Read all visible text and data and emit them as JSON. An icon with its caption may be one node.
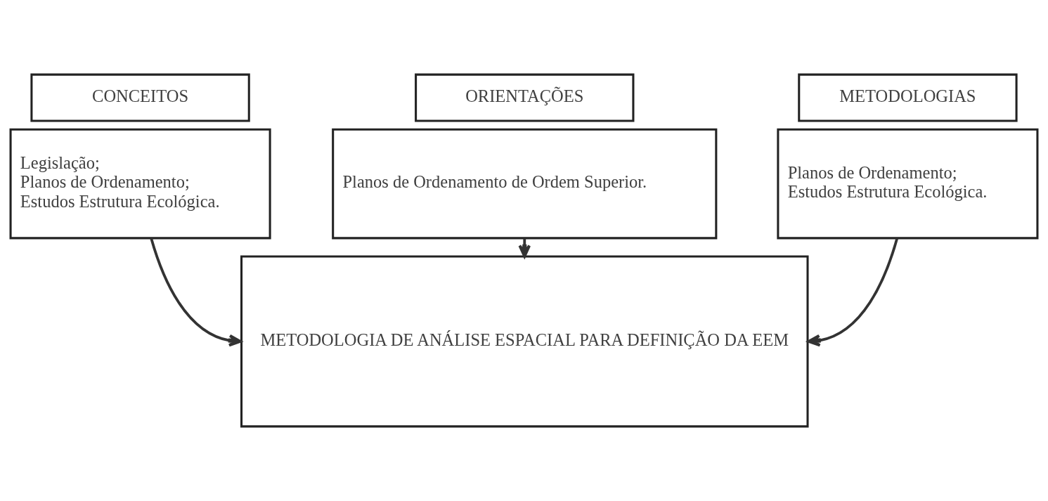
{
  "diagram": {
    "nodes": [
      {
        "text": [
          "CONCEITOS"
        ]
      },
      {
        "text": [
          "Legislação;",
          "Planos de Ordenamento;",
          "Estudos Estrutura Ecológica."
        ]
      },
      {
        "text": [
          "ORIENTAÇÕES"
        ]
      },
      {
        "text": [
          "Planos de Ordenamento de Ordem Superior."
        ]
      },
      {
        "text": [
          "METODOLOGIAS"
        ]
      },
      {
        "text": [
          "Planos de Ordenamento;",
          "Estudos Estrutura Ecológica."
        ]
      },
      {
        "text": [
          "METODOLOGIA DE ANÁLISE ESPACIAL PARA DEFINIÇÃO DA EEM"
        ]
      }
    ],
    "edges": [
      {
        "from": 1,
        "to": 6,
        "arrow": "to"
      },
      {
        "from": 3,
        "to": 6,
        "arrow": "to"
      },
      {
        "from": 5,
        "to": 6,
        "arrow": "to"
      }
    ]
  }
}
